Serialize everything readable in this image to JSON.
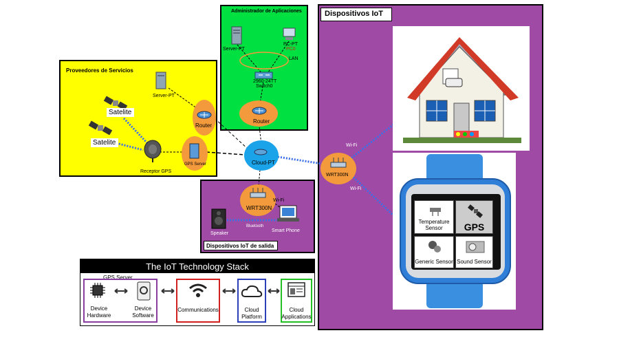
{
  "regions": {
    "providers": "Proveedores de Servicios",
    "admin": "Administrador de Aplicaciones",
    "iot": "Dispositivos IoT",
    "output": "Dispositivos IoT de salida"
  },
  "nodes": {
    "server_pt_admin": "Server-PT",
    "pc_pt": "PC-PT",
    "pc_sub": "PC0",
    "lan": "LAN",
    "switch": "2960-24TT",
    "switch_sub": "Switch0",
    "router_admin": "Router",
    "router_prov": "Router",
    "server_pt_prov": "Server-PT",
    "satellite1": "Satelite",
    "satellite2": "Satelite",
    "receptor": "Receptor GPS",
    "gps_server": "GPS Server",
    "cloud": "Cloud-PT",
    "wrt_iot": "WRT300N",
    "wifi1": "Wi-Fi",
    "wifi2": "Wi-Fi",
    "wrt_out": "WRT300N",
    "wifi_out": "Wi-Fi",
    "speaker": "Speaker",
    "smartphone": "Smart Phone",
    "bluetooth": "Bluetooth"
  },
  "watch_tiles": {
    "temp": "Temperature Sensor",
    "gps": "GPS",
    "generic": "Generic Sensor",
    "sound": "Sound Sensor"
  },
  "stack": {
    "title": "The IoT Technology Stack",
    "overlay": "GPS Server",
    "hardware": "Device Hardware",
    "software": "Device Software",
    "comms": "Communications",
    "cloud": "Cloud Platform",
    "apps": "Cloud Applications"
  },
  "colors": {
    "providers": "#ffff00",
    "admin": "#00e040",
    "iot": "#9f4aa4",
    "output": "#9f4aa4",
    "router": "#f39a3c",
    "cloud": "#1aa3e8",
    "link": "#3a6fe8",
    "stack_hw": "#8a3da0",
    "stack_comm": "#d02020",
    "stack_cloud": "#2a3fb8",
    "stack_apps": "#22c022"
  }
}
